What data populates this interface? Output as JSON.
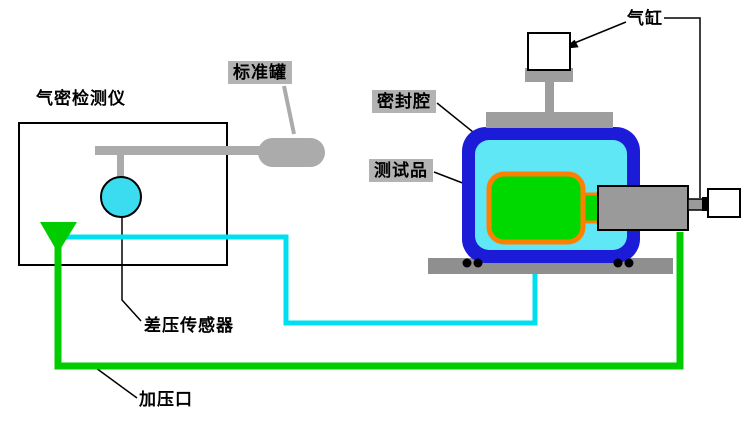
{
  "labels": {
    "detector": "气密检测仪",
    "standard_tank": "标准罐",
    "sealed_chamber": "密封腔",
    "test_piece": "测试品",
    "air_cylinder": "气缸",
    "diff_pressure_sensor": "差压传感器",
    "pressurize_port": "加压口"
  },
  "colors": {
    "pipe_cyan": "#00dff0",
    "chamber_fill_cyan": "#5fe7f5",
    "line_green": "#00cc00",
    "test_piece_green": "#00d900",
    "chamber_border_blue": "#1c1cd8",
    "test_piece_border_orange": "#ff8000",
    "metal_gray": "#ababab",
    "base_gray": "#8f8f8f",
    "label_bg_gray": "#b3b3b3"
  }
}
